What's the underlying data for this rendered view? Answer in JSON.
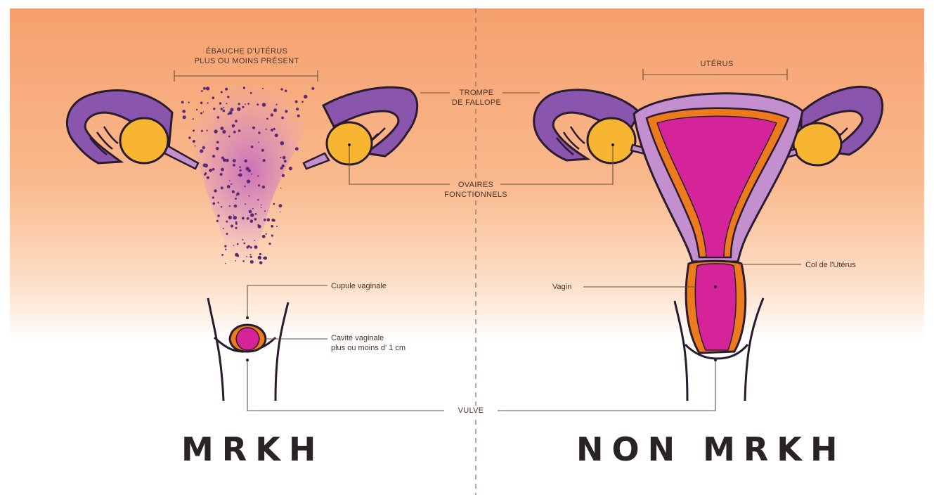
{
  "colors": {
    "background_top": "#f6a06e",
    "background_bottom": "#ffffff",
    "tube_purple": "#8a55ad",
    "uterus_lilac": "#c48fcf",
    "cavity_magenta": "#d5249a",
    "ovary_yellow": "#f7b531",
    "lining_orange": "#ee7a1e",
    "outline": "#2b1b2e",
    "leader_line": "#6b4e40"
  },
  "labels": {
    "ebauche": "ÉBAUCHE D'UTÉRUS\nPLUS OU MOINS PRÉSENT",
    "trompe": "TROMPE\nDE FALLOPE",
    "ovaires": "OVAIRES\nFONCTIONNELS",
    "uterus": "UTÉRUS",
    "cupule": "Cupule vaginale",
    "cavite": "Cavité vaginale\nplus ou moins d' 1 cm",
    "col": "Col de l'Utérus",
    "vagin": "Vagin",
    "vulve": "VULVE"
  },
  "titles": {
    "left": "MRKH",
    "right": "NON MRKH"
  },
  "icons": {
    "left_organ": "mrkh-reproductive-system-illustration",
    "right_organ": "typical-uterus-illustration"
  }
}
